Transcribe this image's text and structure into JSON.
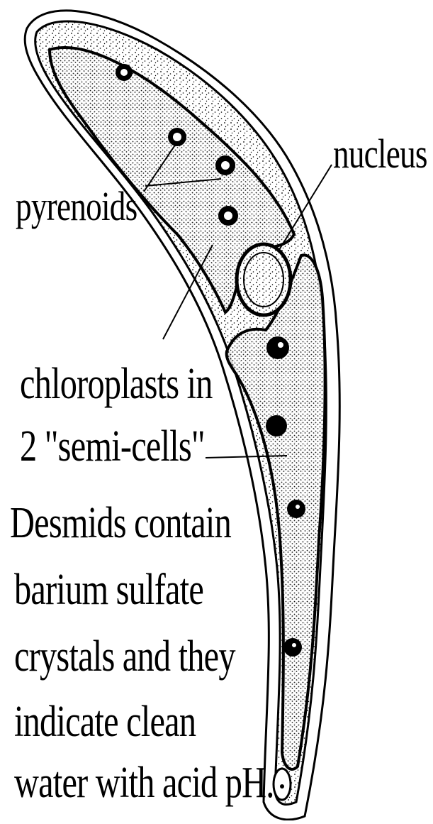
{
  "labels": {
    "nucleus": "nucleus",
    "pyrenoids": "pyrenoids",
    "chloroplasts_line1": "chloroplasts in",
    "chloroplasts_line2": "2 \"semi-cells\""
  },
  "caption": {
    "line1": "Desmids contain",
    "line2": "barium sulfate",
    "line3": "crystals and they",
    "line4": "indicate clean",
    "line5": "water with acid pH."
  },
  "colors": {
    "ink": "#000000",
    "background": "#ffffff"
  }
}
